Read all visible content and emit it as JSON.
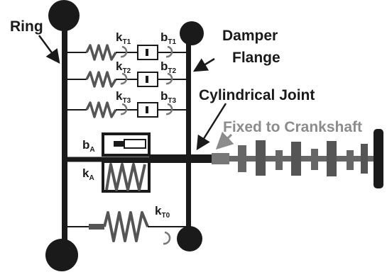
{
  "labels": {
    "ring": "Ring",
    "damper_flange_line1": "Damper",
    "damper_flange_line2": "Flange",
    "cylindrical_joint": "Cylindrical Joint",
    "fixed_to_crankshaft": "Fixed to Crankshaft"
  },
  "symbols": {
    "kT1": {
      "base": "k",
      "sub": "T1"
    },
    "kT2": {
      "base": "k",
      "sub": "T2"
    },
    "kT3": {
      "base": "k",
      "sub": "T3"
    },
    "bT1": {
      "base": "b",
      "sub": "T1"
    },
    "bT2": {
      "base": "b",
      "sub": "T2"
    },
    "bT3": {
      "base": "b",
      "sub": "T3"
    },
    "bA": {
      "base": "b",
      "sub": "A"
    },
    "kA": {
      "base": "k",
      "sub": "A"
    },
    "kT0": {
      "base": "k",
      "sub": "T0"
    }
  },
  "colors": {
    "structure": "#1a1a1a",
    "spring": "#555555",
    "arrow_grey": "#8c8c8c",
    "crankshaft": "#666666"
  }
}
